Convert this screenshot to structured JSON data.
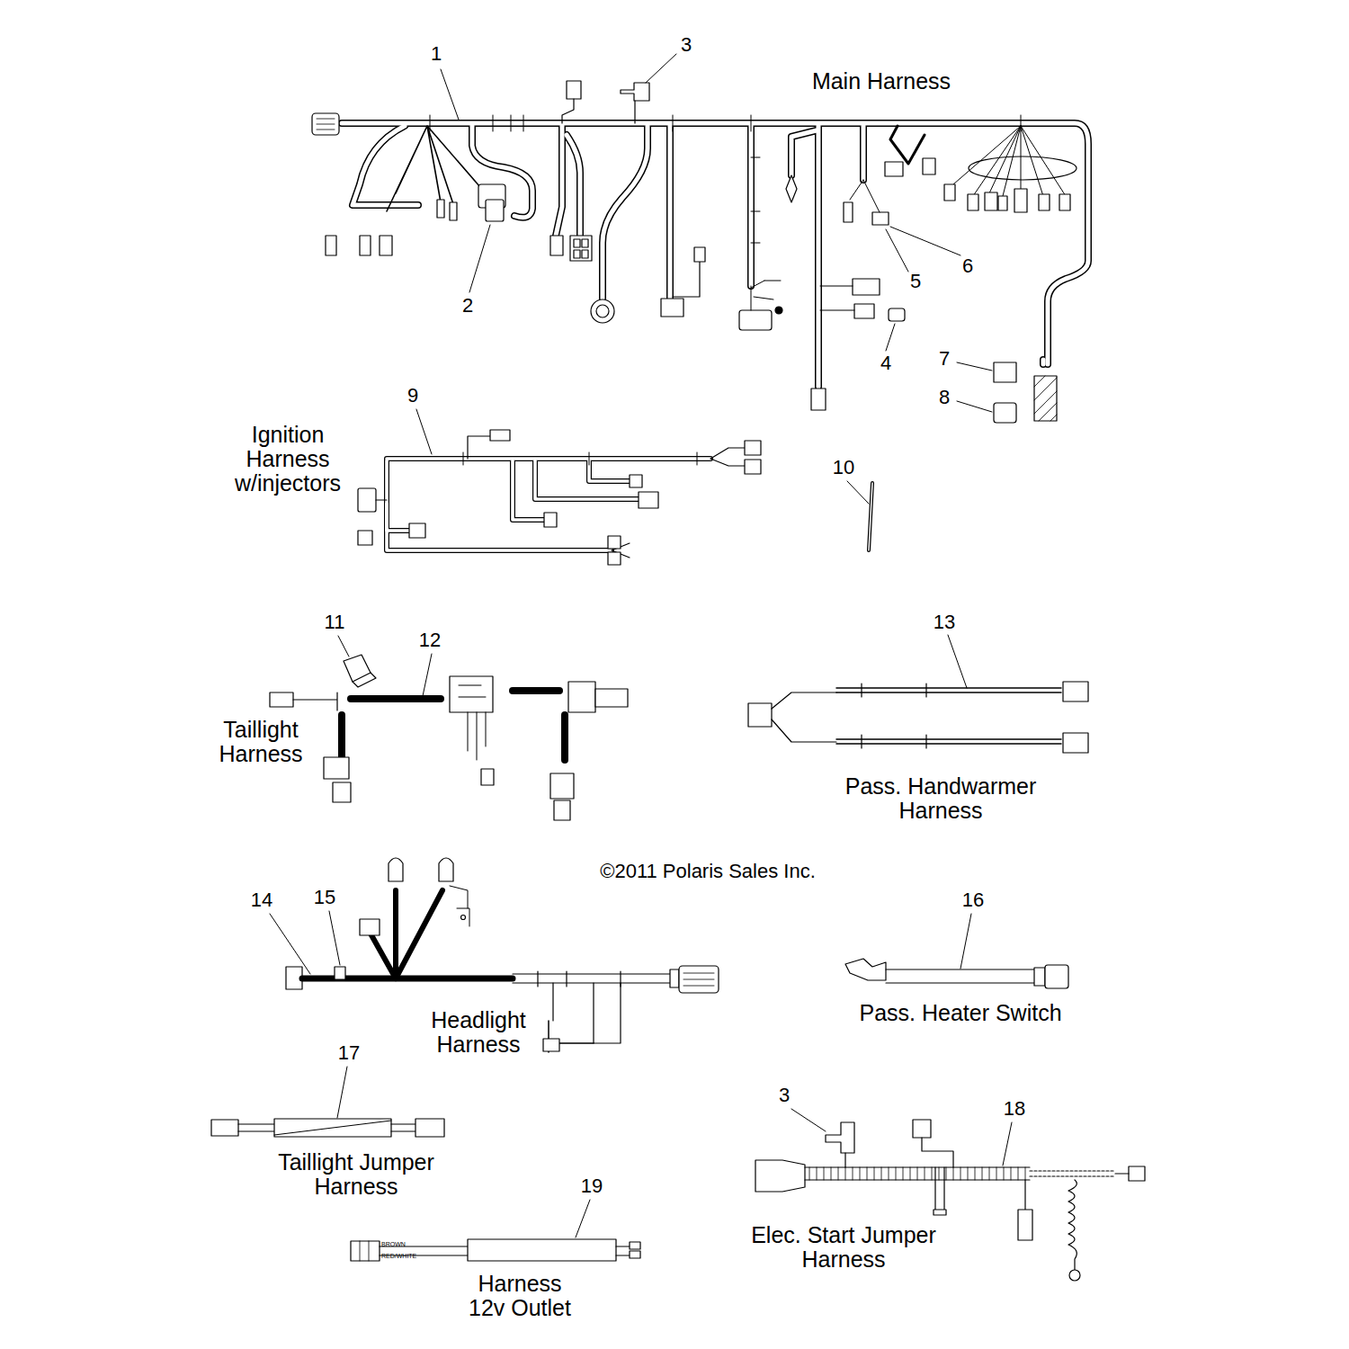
{
  "diagram": {
    "labels": [
      "1",
      "3",
      "Main Harness",
      "2",
      "5",
      "6",
      "4",
      "7",
      "8",
      "9",
      "Ignition Harness w/injectors",
      "10",
      "11",
      "12",
      "13",
      "Taillight Harness",
      "Pass. Handwarmer Harness",
      "©2011 Polaris Sales Inc.",
      "14",
      "15",
      "16",
      "Headlight Harness",
      "Pass. Heater Switch",
      "17",
      "3",
      "18",
      "Taillight Jumper Harness",
      "Elec. Start Jumper Harness",
      "19",
      "BROWN",
      "RED/WHITE",
      "Harness 12v Outlet"
    ]
  }
}
